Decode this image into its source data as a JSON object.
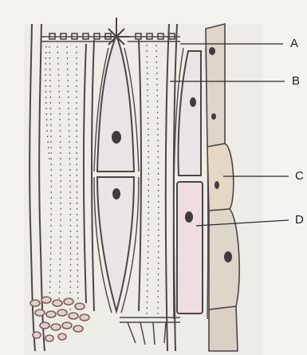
{
  "diagram": {
    "labels": {
      "a": "A",
      "b": "B",
      "c": "C",
      "d": "D"
    }
  },
  "colors": {
    "paper": "#f4f3ef",
    "ink": "#4a4648",
    "cell_fill_light": "#ebe4e6",
    "cell_fill_pink": "#efdde0",
    "companion_fill": "#ddd6c9",
    "nucleus": "#3f3b3f",
    "sieve_plate": "#7a5f5a"
  }
}
